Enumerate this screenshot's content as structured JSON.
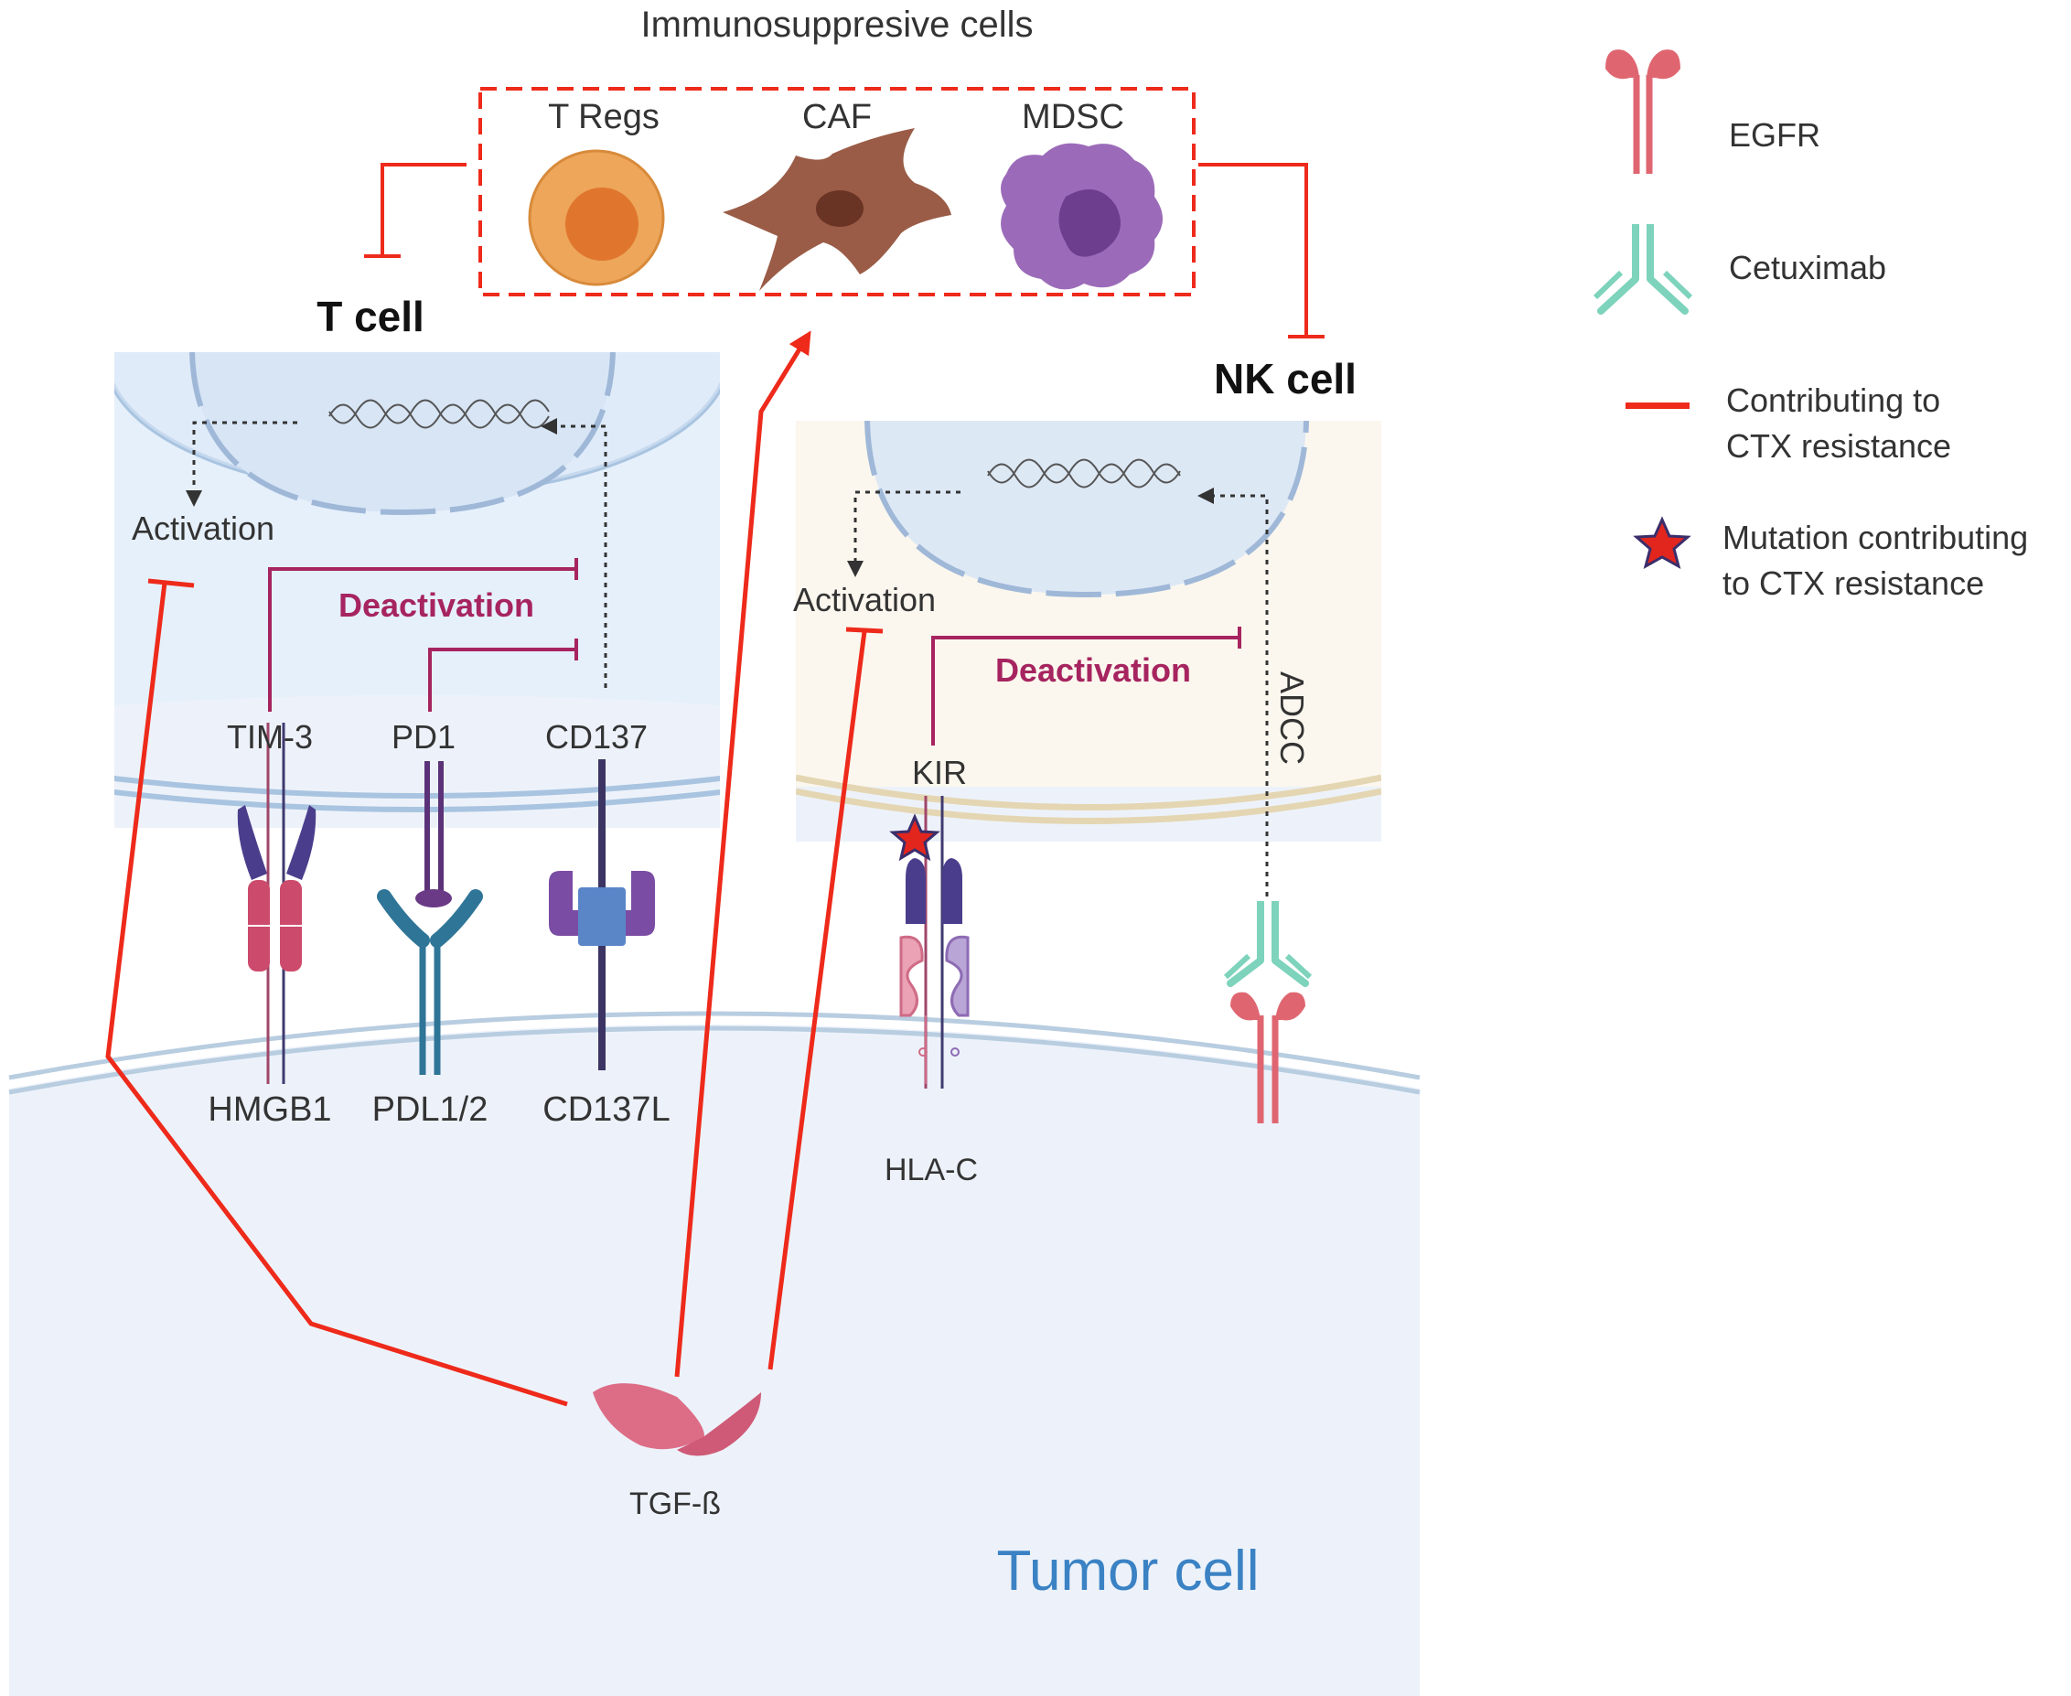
{
  "title": "Immunosuppresive cells",
  "cells": {
    "tregs": "T Regs",
    "caf": "CAF",
    "mdsc": "MDSC",
    "t_cell": "T cell",
    "nk_cell": "NK cell",
    "tumor_cell": "Tumor cell"
  },
  "t_cell_panel": {
    "activation": "Activation",
    "deactivation": "Deactivation",
    "receptors": [
      "TIM-3",
      "PD1",
      "CD137"
    ],
    "ligands": [
      "HMGB1",
      "PDL1/2",
      "CD137L"
    ]
  },
  "nk_cell_panel": {
    "activation": "Activation",
    "deactivation": "Deactivation",
    "receptor": "KIR",
    "ligand": "HLA-C",
    "adcc": "ADCC"
  },
  "tgf_label": "TGF-ß",
  "legend": {
    "egfr": "EGFR",
    "cetuximab": "Cetuximab",
    "line_1": "Contributing to",
    "line_2": "CTX resistance",
    "star_1": "Mutation contributing",
    "star_2": "to CTX resistance"
  },
  "colors": {
    "resistance_red": "#ee2a1b",
    "deactivation_purple": "#a6245f",
    "tumor_blue": "#3b82c4"
  }
}
